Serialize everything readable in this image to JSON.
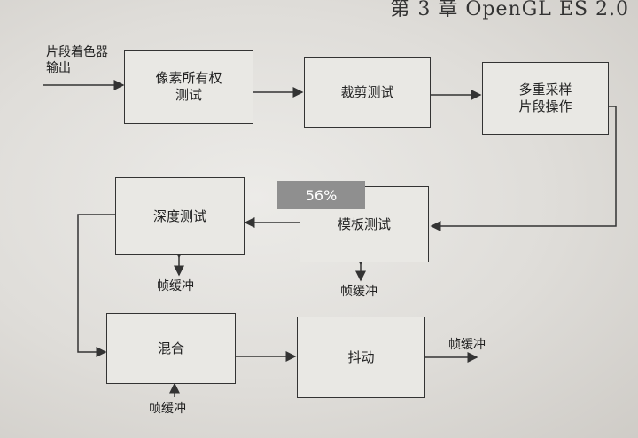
{
  "header": {
    "title": "第 3 章   OpenGL  ES  2.0"
  },
  "diagram": {
    "input_label": "片段着色器\n输出",
    "boxes": {
      "pixel_ownership": "像素所有权\n测试",
      "scissor": "裁剪测试",
      "multisample": "多重采样\n片段操作",
      "stencil": "模板测试",
      "depth": "深度测试",
      "blend": "混合",
      "dither": "抖动"
    },
    "framebuffer_labels": {
      "depth": "帧缓冲",
      "stencil": "帧缓冲",
      "blend": "帧缓冲",
      "output": "帧缓冲"
    }
  },
  "zoom_indicator": {
    "value": "56%"
  }
}
